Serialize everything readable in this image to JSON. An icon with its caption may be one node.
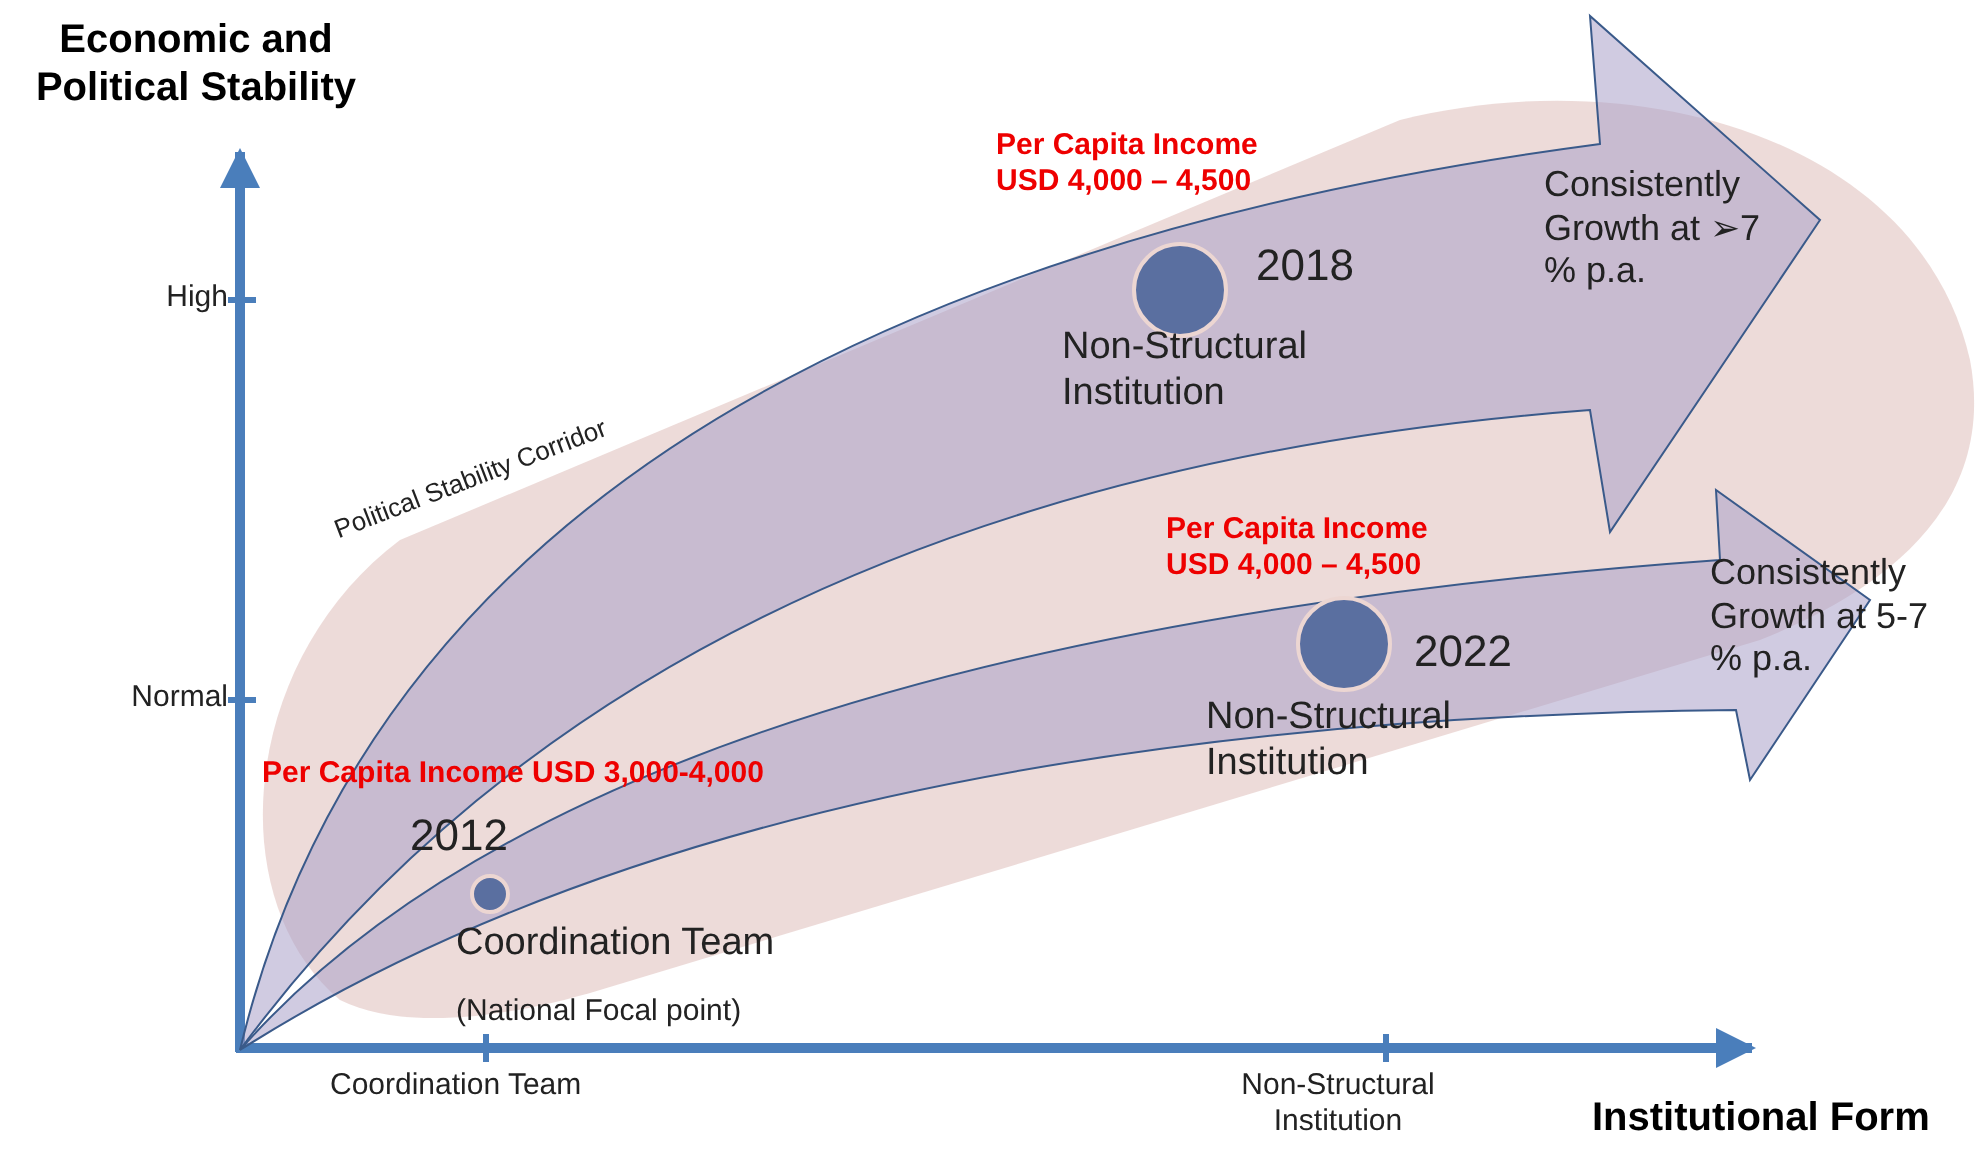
{
  "diagram": {
    "nodes": [
      {
        "text": [
          "Consistently Growth at ➢7 % p.a."
        ]
      },
      {
        "text": [],
        "shape": "circle",
        "in": 0,
        "beside": [
          "Per Capita Income USD 4,000 – 4,500",
          "2018",
          "Non-Structural Institution"
        ]
      },
      {
        "text": [
          "Consistently Growth at 5-7 % p.a."
        ]
      },
      {
        "text": [],
        "shape": "circle",
        "in": 2,
        "beside": [
          "Per Capita Income USD 4,000 – 4,500",
          "2022",
          "Non-Structural Institution"
        ]
      },
      {
        "text": [],
        "shape": "circle",
        "in": 2,
        "beside": [
          "Per Capita Income USD 3,000-4,000",
          "2012",
          "Coordination Team",
          "(National Focal point)"
        ]
      }
    ],
    "labels": [
      "Economic and Political Stability",
      "High",
      "Political Stability Corridor",
      "Normal",
      "Coordination Team",
      "Non-Structural Institution",
      "Institutional Form"
    ]
  }
}
